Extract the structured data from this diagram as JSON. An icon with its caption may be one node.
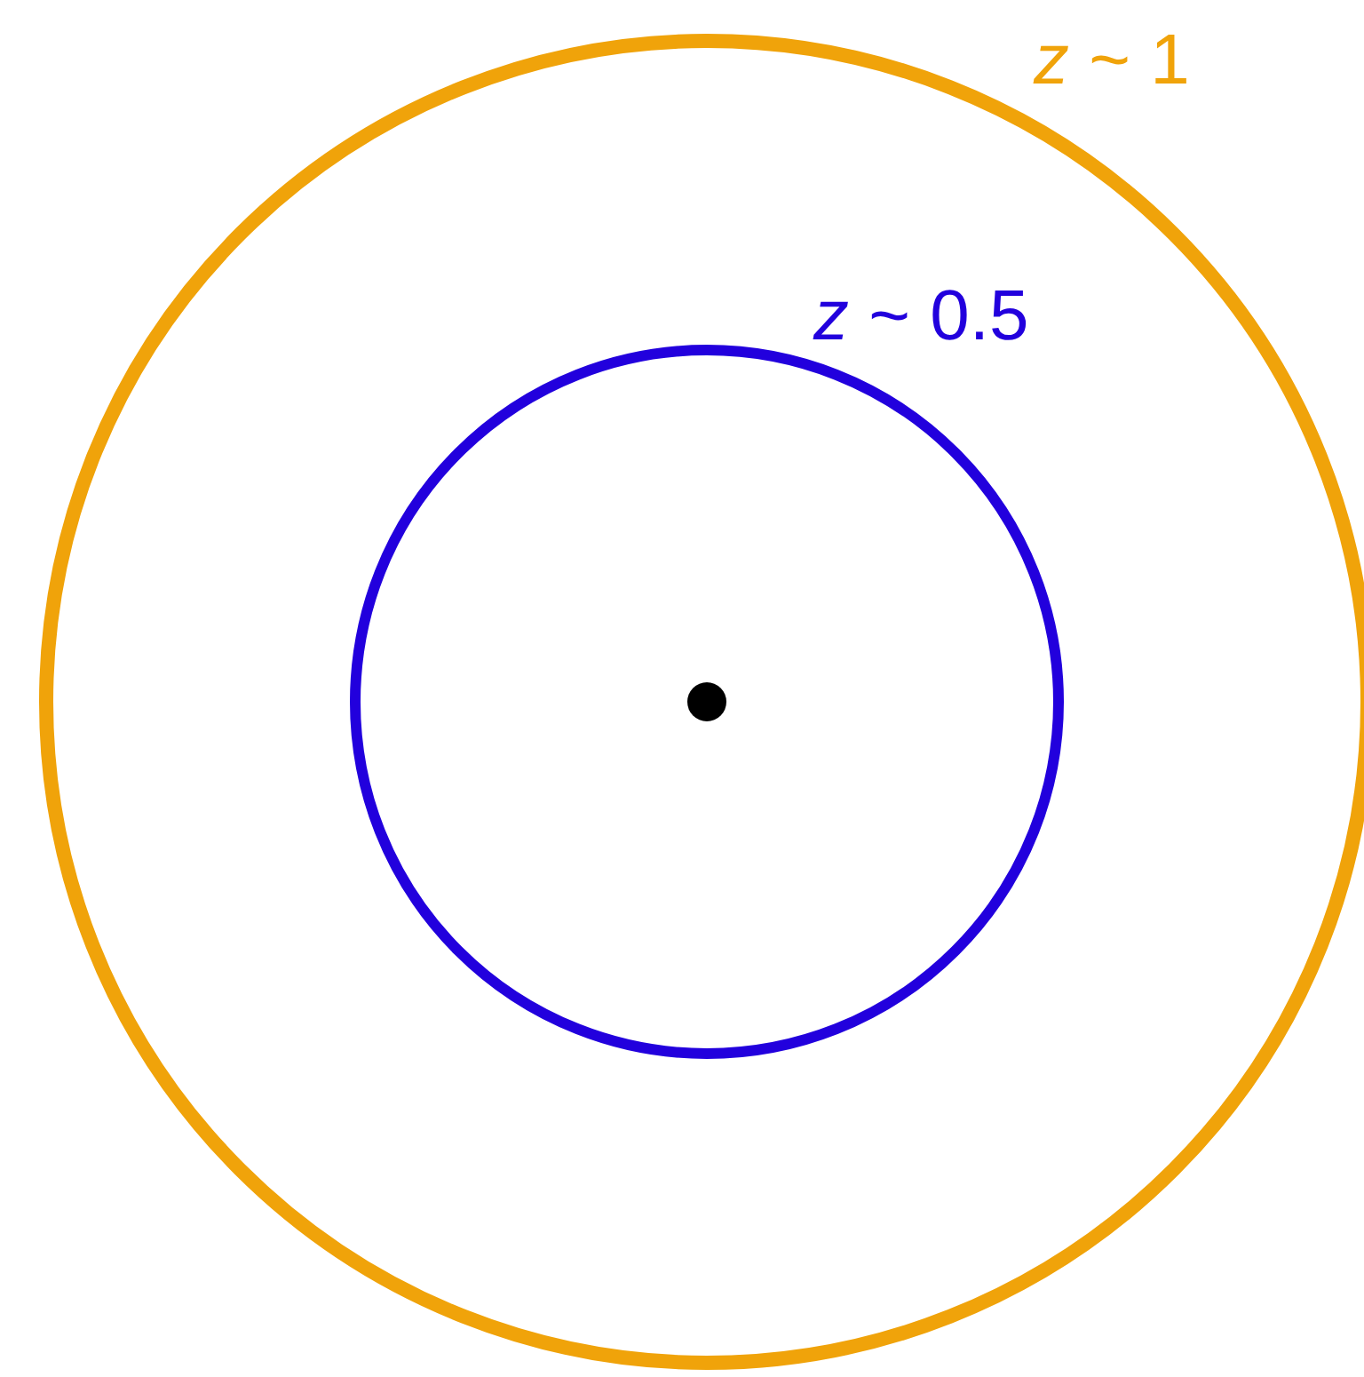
{
  "diagram": {
    "nodes": [
      {
        "text": [
          "*z* ~ 1"
        ]
      },
      {
        "text": [
          "*z* ~ 0.5"
        ],
        "in": 0
      },
      {
        "text": [],
        "shape": "circle",
        "in": 1
      }
    ]
  }
}
